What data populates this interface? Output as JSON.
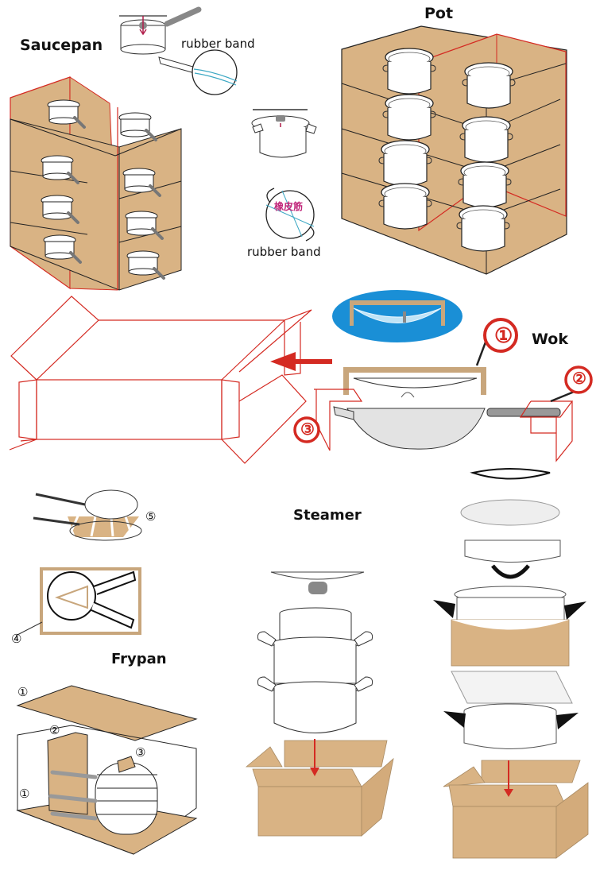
{
  "sections": {
    "saucepan": {
      "title": "Saucepan"
    },
    "pot": {
      "title": "Pot"
    },
    "wok": {
      "title": "Wok"
    },
    "steamer": {
      "title": "Steamer"
    },
    "frypan": {
      "title": "Frypan"
    }
  },
  "annotations": {
    "rubber_band_1": "rubber band",
    "rubber_band_2": "rubber band",
    "rubber_band_cn": "橡皮筋"
  },
  "markers": {
    "wok_1": "①",
    "wok_2": "②",
    "wok_3": "③",
    "frypan_5": "⑤",
    "frypan_4": "④",
    "frypan_top_1": "①",
    "frypan_2": "②",
    "frypan_3": "③",
    "frypan_bottom_1": "①"
  },
  "colors": {
    "cardboard": "#d9b384",
    "red_outline": "#d42a22",
    "lens_blue": "#1a8fd6"
  }
}
